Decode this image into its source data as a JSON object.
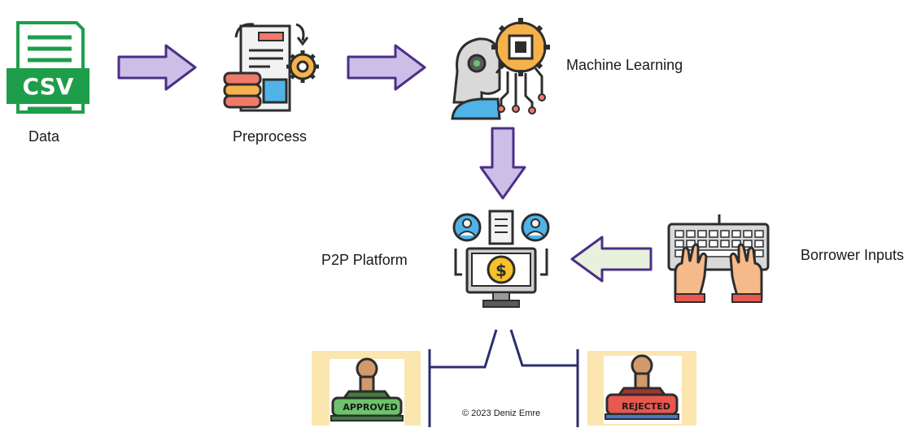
{
  "nodes": {
    "data": {
      "label": "Data",
      "icon": "csv-file-icon",
      "badge": "CSV"
    },
    "preprocess": {
      "label": "Preprocess",
      "icon": "data-processing-icon"
    },
    "machine_learning": {
      "label": "Machine Learning",
      "icon": "ai-brain-chip-icon"
    },
    "p2p_platform": {
      "label": "P2P Platform",
      "icon": "p2p-lending-computer-icon"
    },
    "borrower_inputs": {
      "label": "Borrower Inputs",
      "icon": "keyboard-typing-icon"
    }
  },
  "outcomes": {
    "approved": {
      "stamp_text": "APPROVED",
      "icon": "approved-stamp-icon"
    },
    "rejected": {
      "stamp_text": "REJECTED",
      "icon": "rejected-stamp-icon"
    }
  },
  "copyright": "© 2023 Deniz Emre",
  "colors": {
    "flow_arrow_fill": "#cbbfe8",
    "flow_arrow_stroke": "#4b2f86",
    "input_arrow_fill": "#e7f1db",
    "input_arrow_stroke": "#4b2f86",
    "stamp_background": "#fbe6b0",
    "approved_green": "#6cc36b",
    "rejected_red": "#e8584f"
  }
}
